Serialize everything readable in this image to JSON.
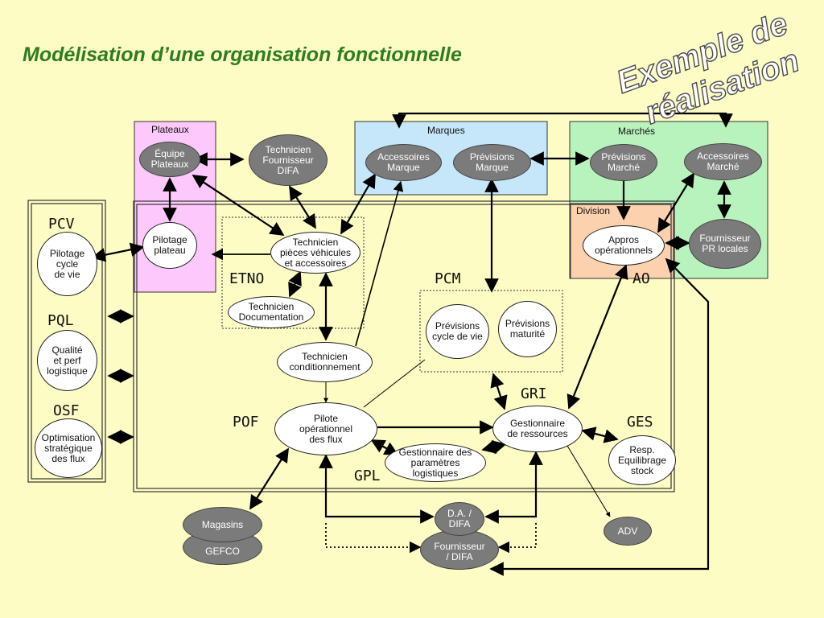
{
  "title": "Modélisation d’une organisation fonctionnelle",
  "watermark": {
    "line1": "Exemple de",
    "line2": "réalisation"
  },
  "regions": {
    "plateaux": "Plateaux",
    "marques": "Marques",
    "marches": "Marchés",
    "division": "Division"
  },
  "labels": {
    "pcv": "PCV",
    "pql": "PQL",
    "osf": "OSF",
    "etno": "ETNO",
    "pcm": "PCM",
    "ao": "AO",
    "gri": "GRI",
    "ges": "GES",
    "pof": "POF",
    "gpl": "GPL"
  },
  "nodes": {
    "equipe_plateaux": "Équipe\nPlateaux",
    "tech_fournisseur": "Technicien\nFournisseur\nDIFA",
    "accessoires_marque": "Accessoires\nMarque",
    "previsions_marque": "Prévisions\nMarque",
    "previsions_marche": "Prévisions\nMarché",
    "accessoires_marche": "Accessoires\nMarché",
    "pilotage_plateau": "Pilotage\nplateau",
    "tech_pieces": "Technicien\npièces véhicules\net accessoires",
    "tech_documentation": "Technicien\nDocumentation",
    "appros": "Appros\nopérationnels",
    "fournisseur_pr": "Fournisseur\nPR locales",
    "pilotage_cycle": "Pilotage\ncycle\nde vie",
    "qualite": "Qualité\net perf\nlogistique",
    "optimisation": "Optimisation\nstratégique\ndes flux",
    "tech_conditionnement": "Technicien\nconditionnement",
    "prev_cycle_vie": "Prévisions\ncycle de vie",
    "prev_maturite": "Prévisions\nmaturité",
    "pilote_operationnel": "Pilote\nopérationnel\ndes flux",
    "gestionnaire_ressources": "Gestionnaire\nde ressources",
    "gestionnaire_parametres": "Gestionnaire des\nparamètres\nlogistiques",
    "resp_equilibrage": "Resp.\nEquilibrage\nstock",
    "magasins": "Magasins",
    "gefco": "GEFCO",
    "da_difa": "D.A. /\nDIFA",
    "fournisseur_difa": "Fournisseur\n/ DIFA",
    "adv": "ADV"
  },
  "colors": {
    "background": "#fdfcc4",
    "title": "#2e7d1f",
    "plateaux": "#fdc8fb",
    "marques": "#c6e6f9",
    "marches": "#b8f3bd",
    "division": "#fcd1ae",
    "node_grey": "#7b7b7b"
  }
}
